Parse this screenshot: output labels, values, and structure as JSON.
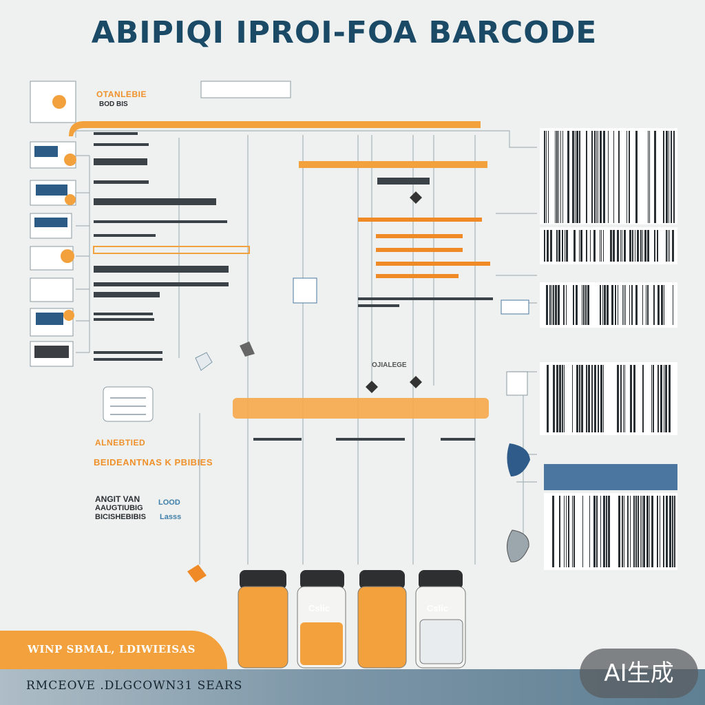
{
  "title": "ABIPIQI IPROI-FOA BARCODE",
  "labels": {
    "top_left_heading": "OTANLEBIE",
    "top_left_sub": "BOD BIS",
    "mid_label": "OJIALEGE",
    "left_label_1": "ALNEBTIED",
    "left_label_2": "BEIDEANTNAS K PBIBIES",
    "left_label_3": "ANGIT VAN",
    "left_label_4": "AAUGTIUBIG",
    "left_label_5": "BICISHEBIBIS",
    "left_blue_1": "LOOD",
    "left_blue_2": "Lasss",
    "jar_label": "Cslic"
  },
  "footer": {
    "orange_label": "WINP SBMAL, LDIWIEISAS",
    "bar_label": "RMCEOVE .DLGCOWN31 SEARS"
  },
  "badge": "AI生成",
  "colors": {
    "orange": "#f0902a",
    "navy": "#1b4a66",
    "steel_blue": "#4a76a0",
    "barcode": "#2a2f33",
    "background": "#eef1ef"
  }
}
